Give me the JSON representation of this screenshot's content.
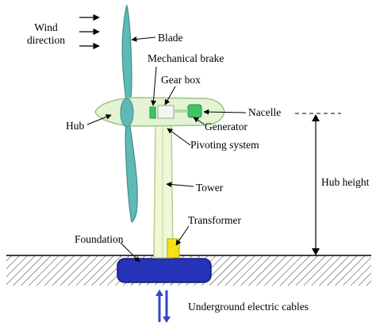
{
  "labels": {
    "wind_line1": "Wind",
    "wind_line2": "direction",
    "blade": "Blade",
    "mechanical_brake": "Mechanical brake",
    "gear_box": "Gear box",
    "nacelle": "Nacelle",
    "hub": "Hub",
    "generator": "Generator",
    "pivoting_system": "Pivoting system",
    "tower": "Tower",
    "hub_height": "Hub height",
    "transformer": "Transformer",
    "foundation": "Foundation",
    "underground_cables": "Underground electric cables"
  },
  "colors": {
    "blade": "#5fb9b4",
    "blade_stroke": "#3f8f8a",
    "nacelle": "#e3f3d3",
    "nacelle_stroke": "#9cc48a",
    "tower": "#eef7d6",
    "tower_stroke": "#b9cf8c",
    "transformer": "#f2e21a",
    "foundation": "#2632b8",
    "cables": "#3344cc",
    "generator": "#3ec466",
    "line": "#000000"
  }
}
